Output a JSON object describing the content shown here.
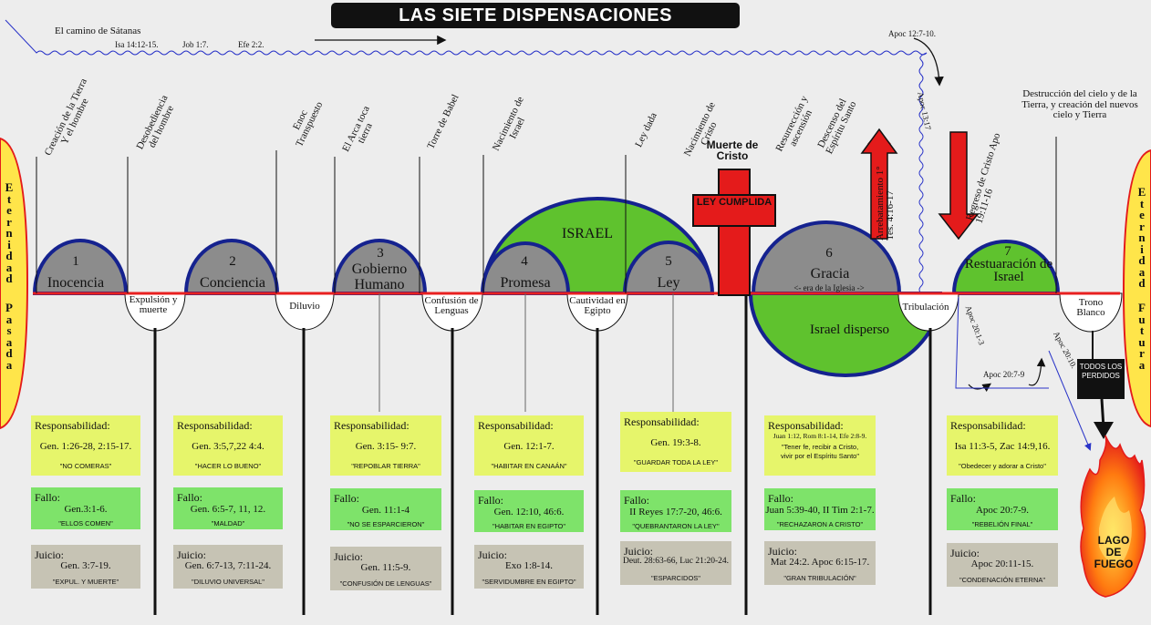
{
  "title": "LAS SIETE DISPENSACIONES",
  "satan_path": {
    "label": "El camino de Sátanas",
    "refs": [
      "Isa 14:12-15.",
      "Job 1:7.",
      "Efe 2:2."
    ],
    "apoc_12": "Apoc 12:7-10.",
    "apoc_13": "Apoc 13:17",
    "apoc_20_3": "Apoc 20:1-3",
    "apoc_20_7": "Apoc 20:7-9",
    "apoc_20_10": "Apoc 20:10."
  },
  "eternity": {
    "past": "Eternidad Pasada",
    "future": "Eternidad Futura"
  },
  "events": [
    "Creación de la Tierra Y el hombre",
    "Desobediencia del hombre",
    "Enoc Transpuesto",
    "El Arca toca tierra",
    "Torre de Babel",
    "Nacimiento de Israel",
    "Ley dada",
    "Nacimiento de Cristo",
    "Resurrección y ascensión",
    "Descenso del Espíritu Santo"
  ],
  "cross": {
    "top": "Muerte de Cristo",
    "text": "LEY CUMPLIDA"
  },
  "rapture": "Arrebatamiento 1° Tes. 4:16-17",
  "return": "Regreso de Cristo Apo 19:11-16",
  "destruction": "Destrucción del cielo y de la Tierra, y creación del nuevos cielo y Tierra",
  "israel": "ISRAEL",
  "israel_dispersed": "Israel disperso",
  "dispensations": [
    {
      "num": "1",
      "name": "Inocencia"
    },
    {
      "num": "2",
      "name": "Conciencia"
    },
    {
      "num": "3",
      "name": "Gobierno Humano"
    },
    {
      "num": "4",
      "name": "Promesa"
    },
    {
      "num": "5",
      "name": "Ley"
    },
    {
      "num": "6",
      "name": "Gracia",
      "sub": "<- era de la Iglesia ->"
    },
    {
      "num": "7",
      "name": "Restuaración de Israel"
    }
  ],
  "transitions": [
    "Expulsión y muerte",
    "Diluvio",
    "Confusión de Lenguas",
    "Cautividad en Egipto",
    "Tribulación",
    "Trono Blanco"
  ],
  "lost": "TODOS LOS PERDIDOS",
  "fire": "LAGO DE FUEGO",
  "boxes": [
    {
      "resp": {
        "head": "Responsabilidad:",
        "ref": "Gen. 1:26-28, 2:15-17.",
        "quote": "\"NO COMERAS\""
      },
      "fallo": {
        "head": "Fallo:",
        "ref": "Gen.3:1-6.",
        "quote": "\"ELLOS COMEN\""
      },
      "juicio": {
        "head": "Juicio:",
        "ref": "Gen. 3:7-19.",
        "quote": "\"EXPUL. Y MUERTE\""
      }
    },
    {
      "resp": {
        "head": "Responsabilidad:",
        "ref": "Gen. 3:5,7,22  4:4.",
        "quote": "\"HACER LO BUENO\""
      },
      "fallo": {
        "head": "Fallo:",
        "ref": "Gen. 6:5-7, 11, 12.",
        "quote": "\"MALDAD\""
      },
      "juicio": {
        "head": "Juicio:",
        "ref": "Gen. 6:7-13, 7:11-24.",
        "quote": "\"DILUVIO UNIVERSAL\""
      }
    },
    {
      "resp": {
        "head": "Responsabilidad:",
        "ref": "Gen. 3:15-   9:7.",
        "quote": "\"REPOBLAR TIERRA\""
      },
      "fallo": {
        "head": "Fallo:",
        "ref": "Gen. 11:1-4",
        "quote": "\"NO SE ESPARCIERON\""
      },
      "juicio": {
        "head": "Juicio:",
        "ref": "Gen. 11:5-9.",
        "quote": "\"CONFUSIÓN DE LENGUAS\""
      }
    },
    {
      "resp": {
        "head": "Responsabilidad:",
        "ref": "Gen. 12:1-7.",
        "quote": "\"HABITAR EN CANAÁN\""
      },
      "fallo": {
        "head": "Fallo:",
        "ref": "Gen. 12:10, 46:6.",
        "quote": "\"HABITAR EN EGIPTO\""
      },
      "juicio": {
        "head": "Juicio:",
        "ref": "Exo 1:8-14.",
        "quote": "\"SERVIDUMBRE EN EGIPTO\""
      }
    },
    {
      "resp": {
        "head": "Responsabilidad:",
        "ref": "Gen. 19:3-8.",
        "quote": "\"GUARDAR TODA LA LEY\""
      },
      "fallo": {
        "head": "Fallo:",
        "ref": "II Reyes 17:7-20, 46:6.",
        "quote": "\"QUEBRANTARON LA LEY\""
      },
      "juicio": {
        "head": "Juicio:",
        "ref": "Deut. 28:63-66, Luc 21:20-24.",
        "quote": "\"ESPARCIDOS\""
      }
    },
    {
      "resp": {
        "head": "Responsabilidad:",
        "ref": "Juan 1:12, Rom 8:1-14, Efe 2:8-9.",
        "quote": "\"Tener fe, recibir a Cristo, vivir por el Espíritu Santo\""
      },
      "fallo": {
        "head": "Fallo:",
        "ref": "Juan 5:39-40, II Tim 2:1-7.",
        "quote": "\"RECHAZARON A CRISTO\""
      },
      "juicio": {
        "head": "Juicio:",
        "ref": "Mat 24:2. Apoc 6:15-17.",
        "quote": "\"GRAN TRIBULACIÓN\""
      }
    },
    {
      "resp": {
        "head": "Responsabilidad:",
        "ref": "Isa 11:3-5, Zac 14:9,16.",
        "quote": "\"Obedecer y adorar a Cristo\""
      },
      "fallo": {
        "head": "Fallo:",
        "ref": "Apoc 20:7-9.",
        "quote": "\"REBELIÓN FINAL\""
      },
      "juicio": {
        "head": "Juicio:",
        "ref": "Apoc 20:11-15.",
        "quote": "\"CONDENACIÓN ETERNA\""
      }
    }
  ],
  "colors": {
    "dome_fill": "#8c8c8c",
    "dome_border": "#15228f",
    "israel_green": "#5fc22e",
    "red": "#e41b1b",
    "timeline": "#e82020",
    "satan_path": "#2a34c8",
    "eternity_fill": "#ffe54a"
  }
}
